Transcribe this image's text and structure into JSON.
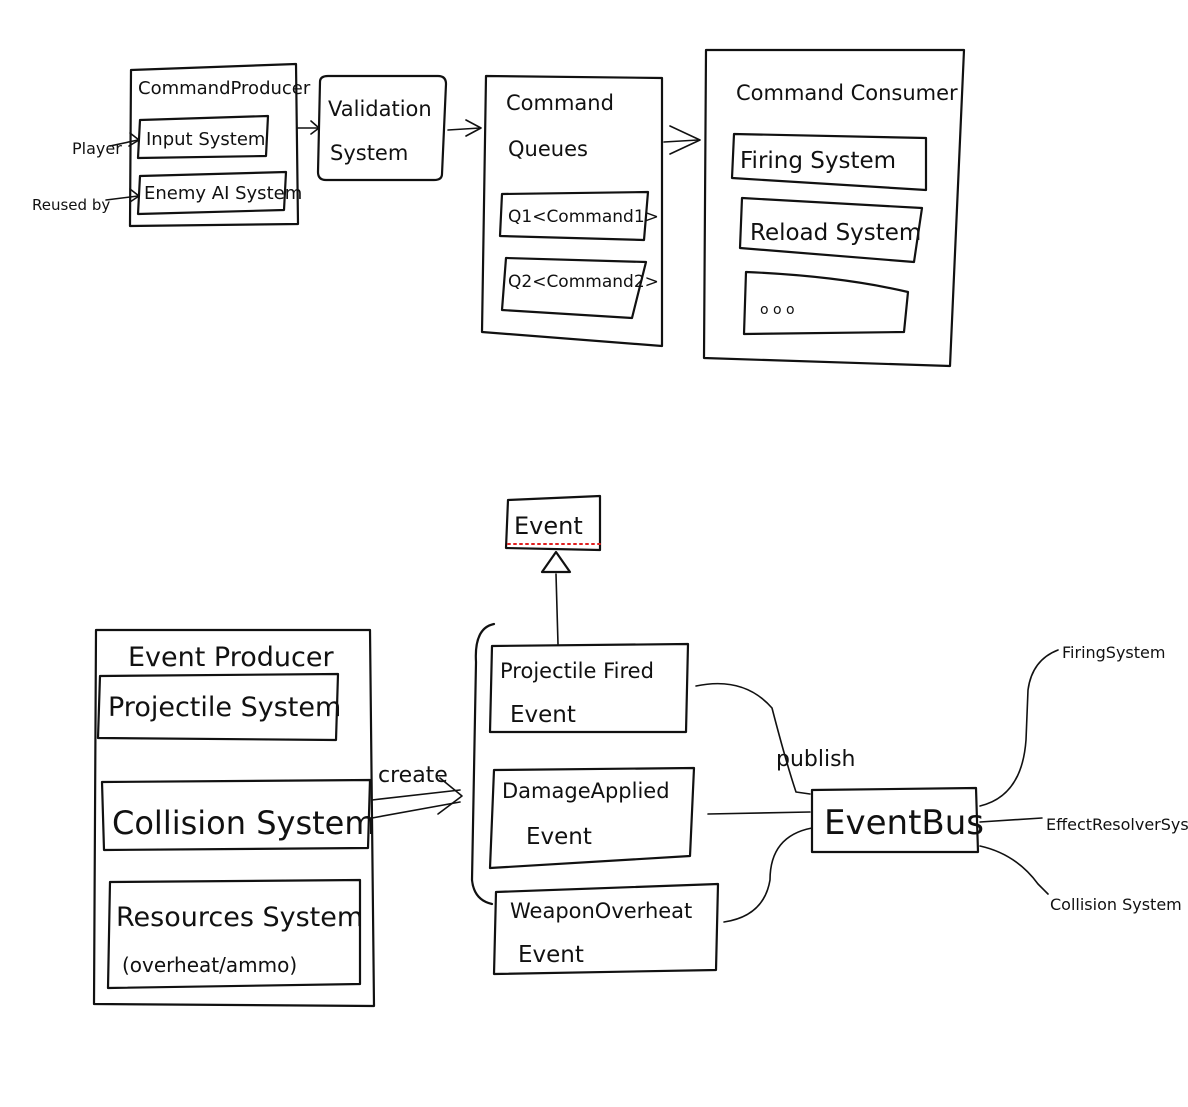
{
  "colors": {
    "ink": "#111111",
    "spellcheck": "#e02020",
    "background": "#ffffff"
  },
  "command": {
    "producer": {
      "title": "CommandProducer",
      "input": "Input System",
      "enemy": "Enemy AI System"
    },
    "player_label": "Player",
    "reused_label": "Reused by",
    "validation": {
      "line1": "Validation",
      "line2": "System"
    },
    "queues": {
      "line1": "Command",
      "line2": "Queues",
      "q1": "Q1<Command1>",
      "q2": "Q2<Command2>"
    },
    "consumer": {
      "title": "Command Consumer",
      "firing": "Firing System",
      "reload": "Reload System",
      "more": "o o o"
    }
  },
  "event": {
    "base": "Event",
    "producer": {
      "title": "Event Producer",
      "projectile": "Projectile System",
      "collision": "Collision System",
      "resources": "Resources System",
      "resources_sub": "(overheat/ammo)"
    },
    "create_label": "create",
    "types": {
      "projectile_l1": "Projectile Fired",
      "projectile_l2": "Event",
      "damage_l1": "DamageApplied",
      "damage_l2": "Event",
      "weapon_l1": "WeaponOverheat",
      "weapon_l2": "Event"
    },
    "publish_label": "publish",
    "bus": "EventBus",
    "subscribers": {
      "firing": "FiringSystem",
      "effect": "EffectResolverSystem",
      "collision": "Collision System"
    }
  }
}
